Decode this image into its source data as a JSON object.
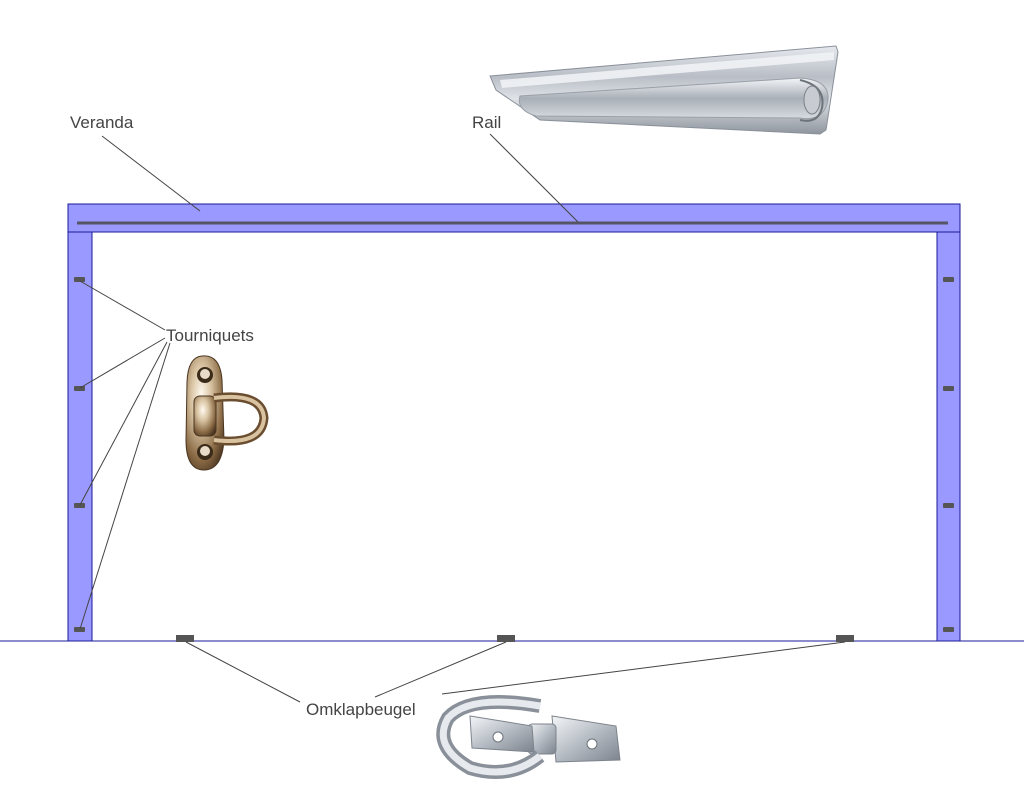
{
  "labels": {
    "veranda": "Veranda",
    "rail": "Rail",
    "tourniquets": "Tourniquets",
    "omklapbeugel": "Omklapbeugel"
  },
  "colors": {
    "frame_fill": "#9999ff",
    "frame_stroke": "#1a1a99",
    "rail_line": "#555566",
    "fastener": "#555555",
    "leader": "#444444",
    "ground": "#1a1a99",
    "label_text": "#444444"
  },
  "icons": {
    "rail_profile": "aluminium-rail-profile",
    "tourniquet": "brass-turnbutton-fastener",
    "omklapbeugel": "zinc-fold-down-d-ring"
  }
}
